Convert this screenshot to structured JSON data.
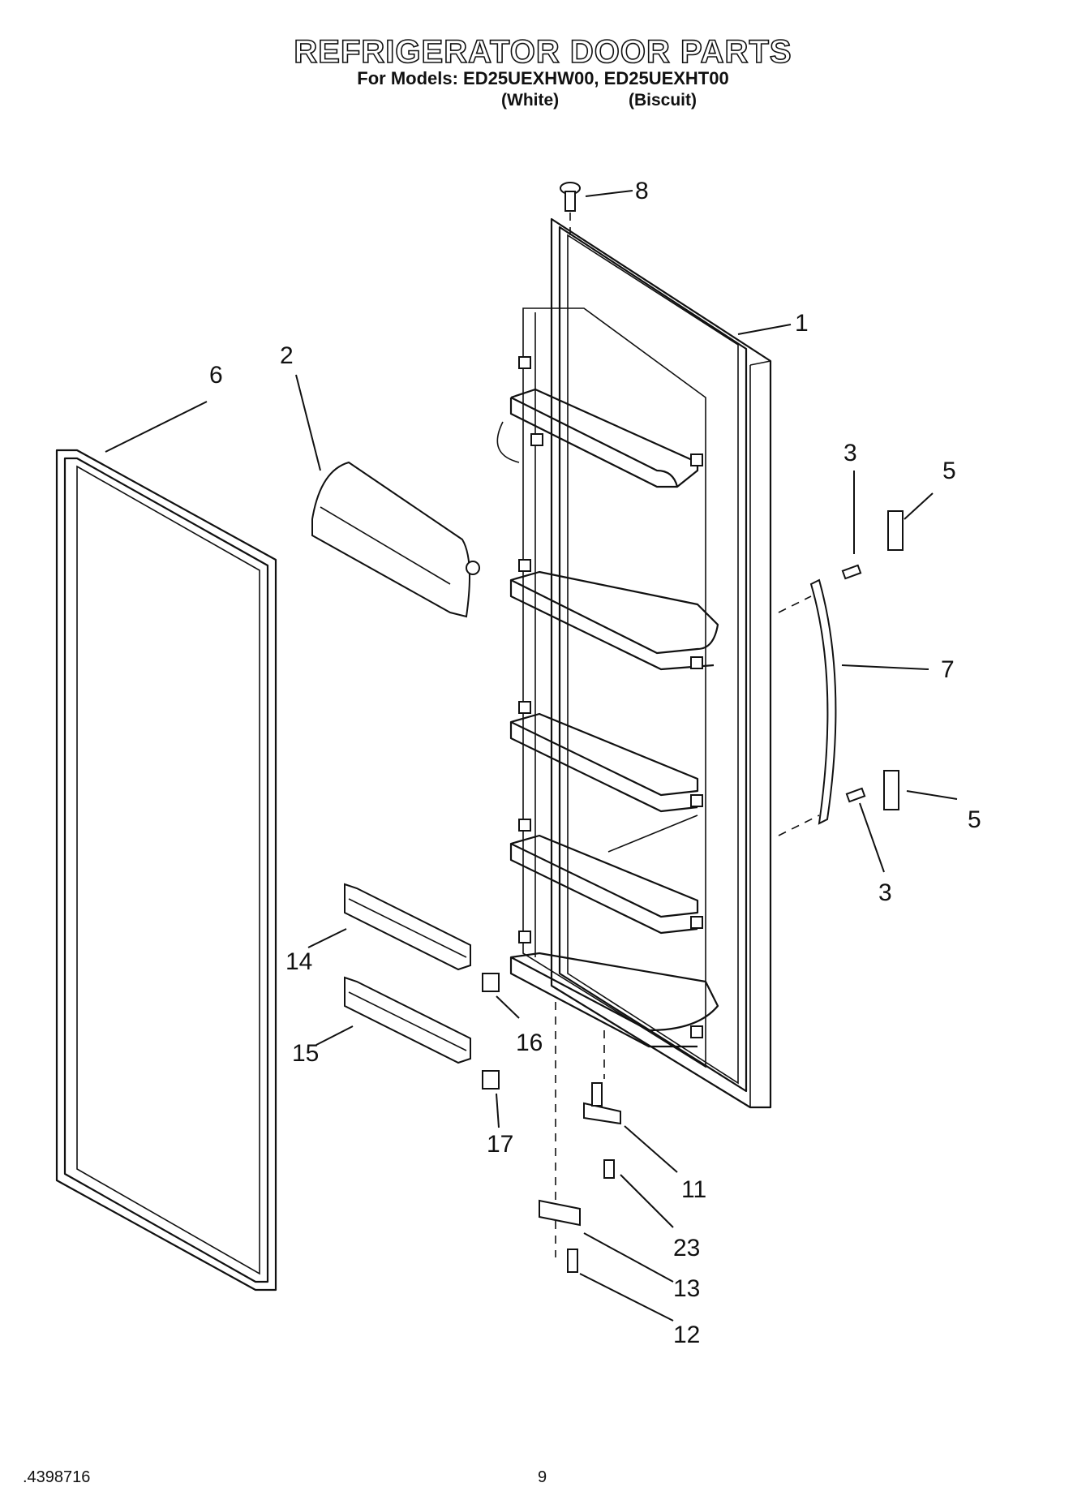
{
  "header": {
    "title": "REFRIGERATOR DOOR PARTS",
    "models_line": "For Models: ED25UEXHW00, ED25UEXHT00",
    "variant_white": "(White)",
    "variant_biscuit": "(Biscuit)"
  },
  "callouts": {
    "c1": "1",
    "c2": "2",
    "c3a": "3",
    "c3b": "3",
    "c5a": "5",
    "c5b": "5",
    "c6": "6",
    "c7": "7",
    "c8": "8",
    "c11": "11",
    "c12": "12",
    "c13": "13",
    "c14": "14",
    "c15": "15",
    "c16": "16",
    "c17": "17",
    "c23": "23"
  },
  "footer": {
    "doc_number": ".4398716",
    "page_number": "9"
  }
}
